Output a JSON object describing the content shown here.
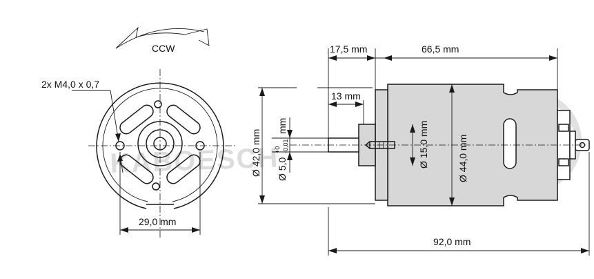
{
  "colors": {
    "motor_body": "#d7d7d7",
    "lines": "#1a1a1a",
    "watermark": "#d6d6d6"
  },
  "rotation": {
    "label": "CCW",
    "icon": "rotation-arrow-icon"
  },
  "front_view": {
    "thread_label": "2x M4,0 x 0,7",
    "hole_spacing_label": "29,0 mm"
  },
  "side_view": {
    "shaft_extension_label": "17,5 mm",
    "body_length_label": "66,5 mm",
    "shaft_flat_label": "13 mm",
    "flange_diameter_label": "Ø 42,0 mm",
    "shaft_diameter_label": "Ø 5,0",
    "shaft_tolerance_upper": "+0",
    "shaft_tolerance_lower": "-0,01",
    "shaft_diameter_unit": "mm",
    "boss_diameter_label": "Ø 15,0 mm",
    "body_diameter_label": "Ø 44,0 mm",
    "total_length_label": "92,0 mm"
  },
  "watermark": {
    "text": "KABOESCH",
    "icon": "kaboesch-logo-icon"
  }
}
